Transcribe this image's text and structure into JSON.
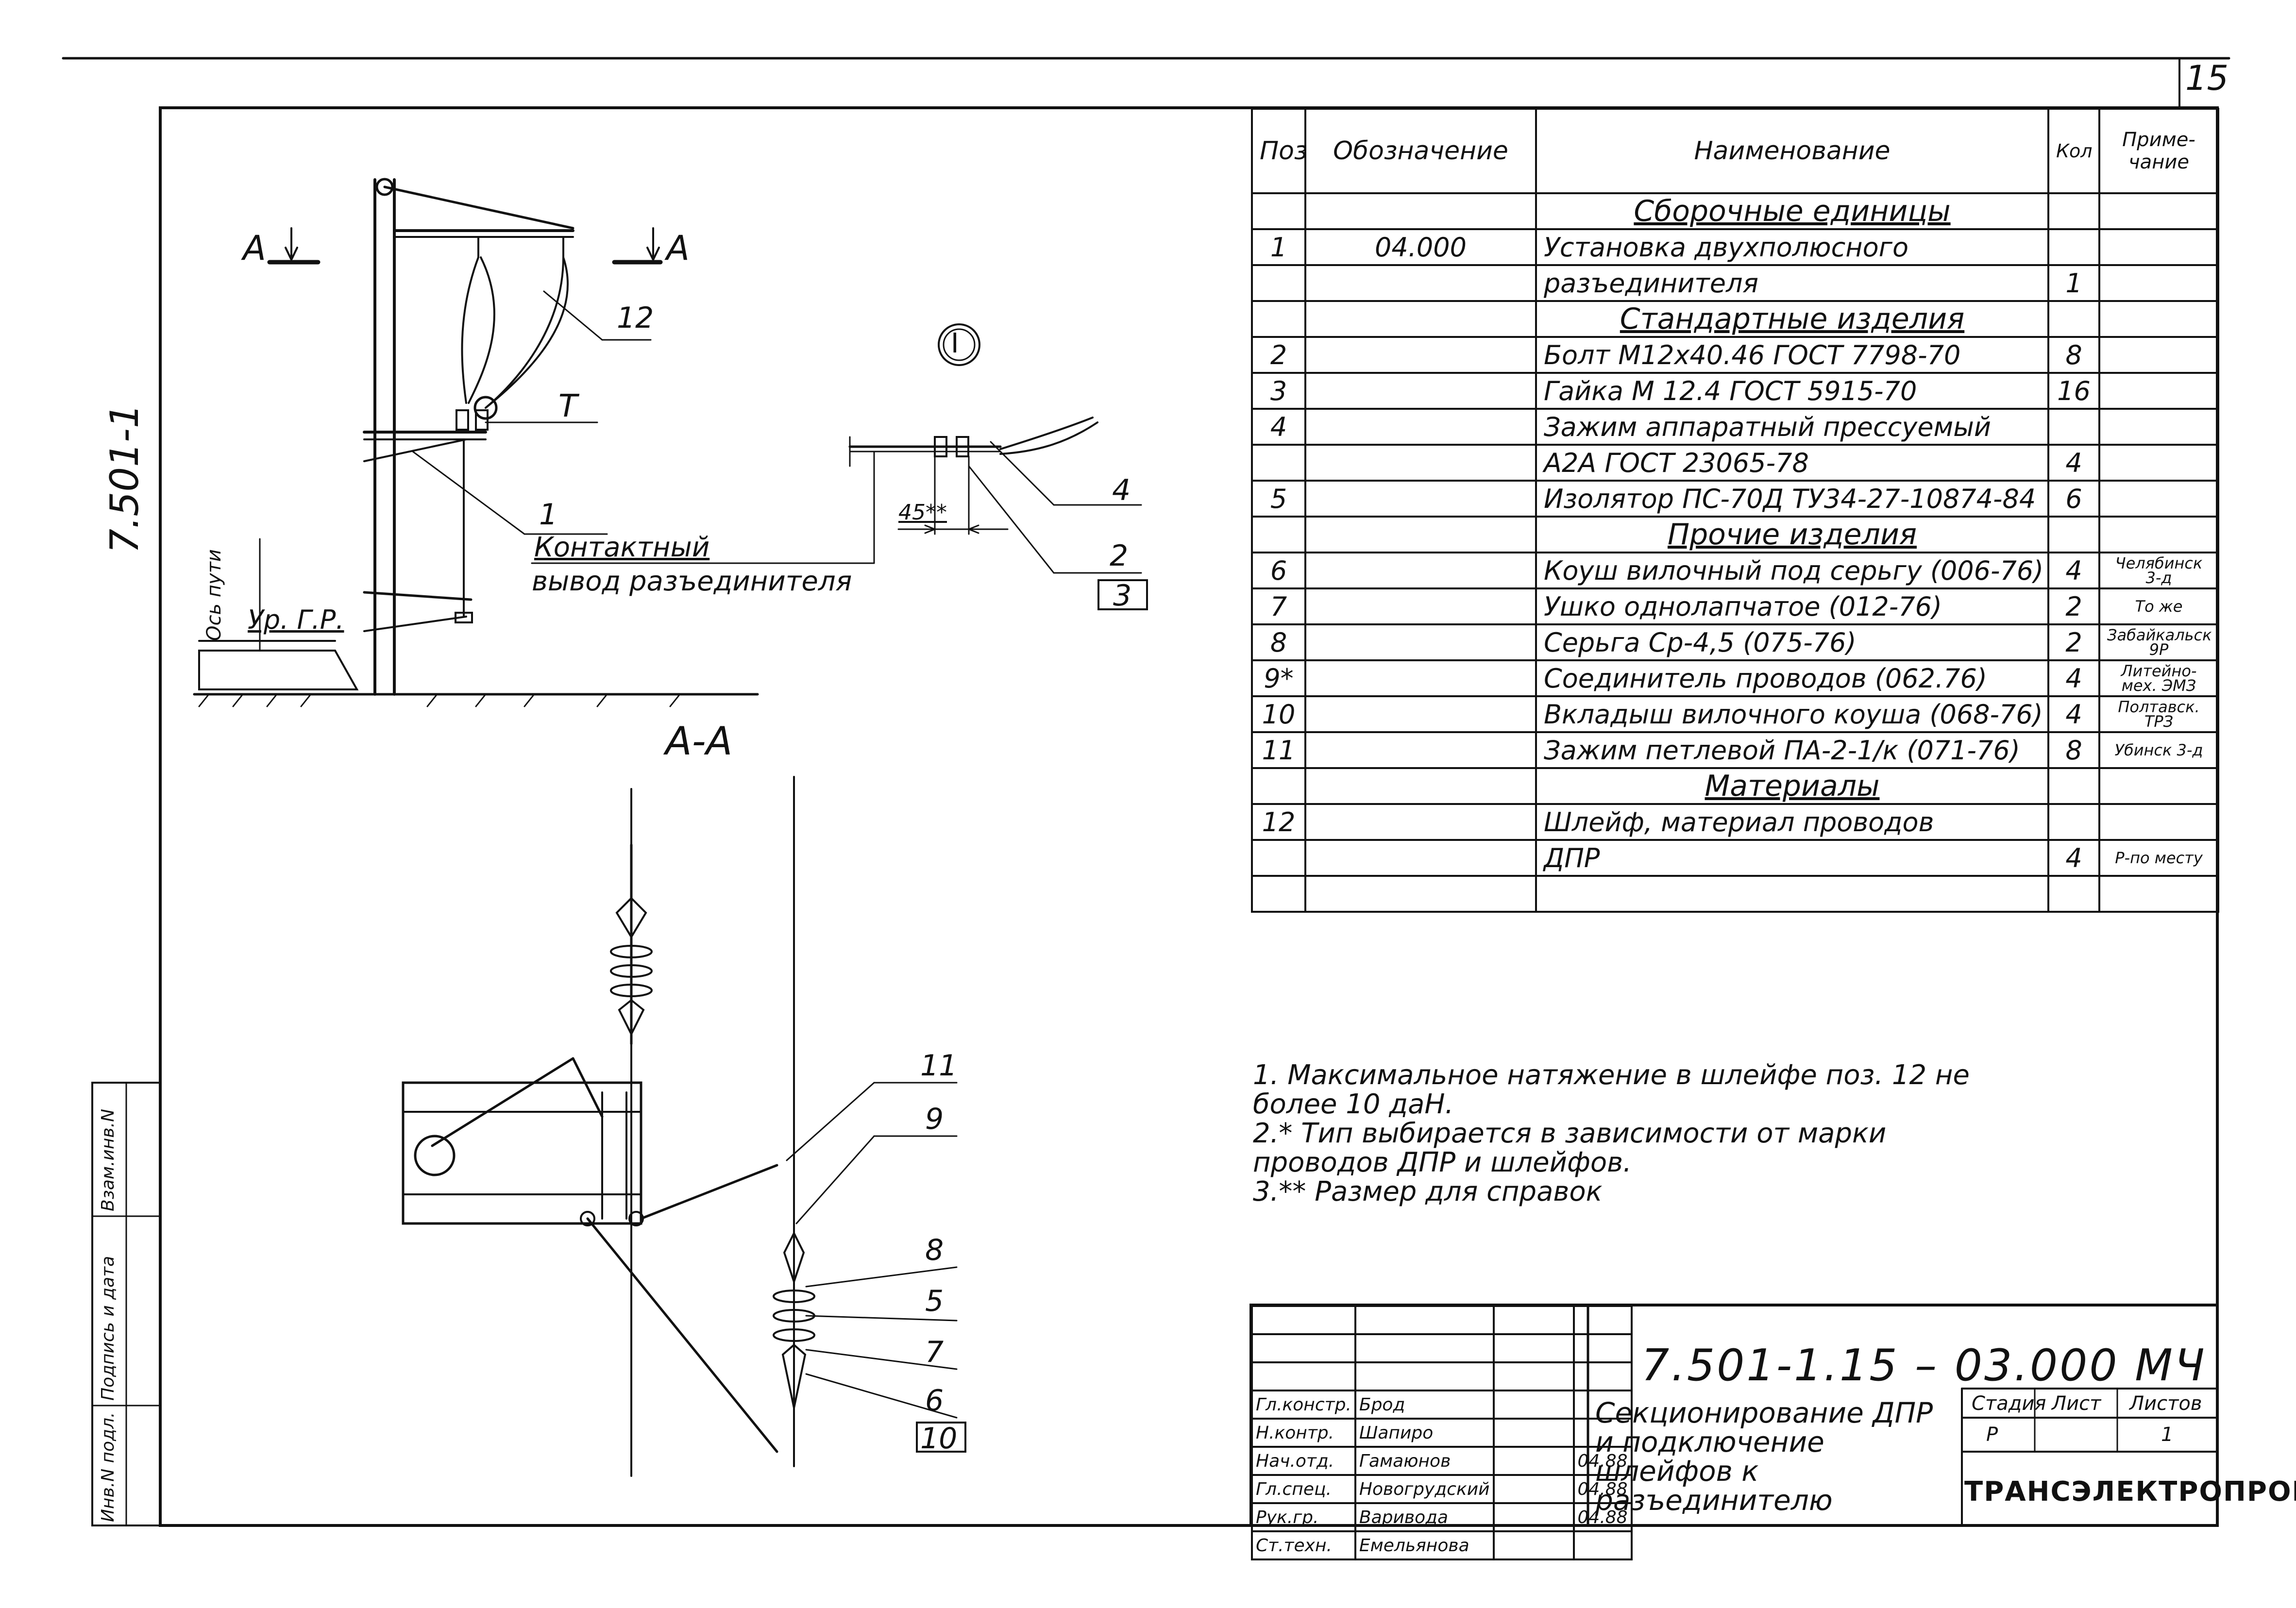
{
  "sheet_number": "15",
  "side_code": "7.501-1",
  "section_marker": "A",
  "section_title": "А-А",
  "callout_I": "I",
  "labels": {
    "T": "T",
    "p1": "1",
    "p2": "2",
    "p3": "3",
    "p4": "4",
    "p5": "5",
    "p6": "6",
    "p7": "7",
    "p8": "8",
    "p9": "9",
    "p10": "10",
    "p11": "11",
    "p12": "12",
    "dim45": "45**",
    "contact_1": "Контактный",
    "contact_2": "вывод разъединителя",
    "axis": "Ось пути",
    "ground": "Ур. Г.Р."
  },
  "spec": {
    "headers": {
      "pos": "Поз.",
      "designation": "Обозначение",
      "name": "Наименование",
      "qty": "Кол",
      "note": "Приме- чание"
    },
    "rows": [
      {
        "kind": "sec",
        "name": "Сборочные единицы"
      },
      {
        "pos": "1",
        "designation": "04.000",
        "name": "Установка двухполюсного",
        "qty": "",
        "note": ""
      },
      {
        "pos": "",
        "designation": "",
        "name": "разъединителя",
        "qty": "1",
        "note": ""
      },
      {
        "kind": "sec",
        "name": "Стандартные изделия"
      },
      {
        "pos": "2",
        "designation": "",
        "name": "Болт М12x40.46 ГОСТ 7798-70",
        "qty": "8",
        "note": ""
      },
      {
        "pos": "3",
        "designation": "",
        "name": "Гайка М 12.4 ГОСТ 5915-70",
        "qty": "16",
        "note": ""
      },
      {
        "pos": "4",
        "designation": "",
        "name": "Зажим аппаратный прессуемый",
        "qty": "",
        "note": ""
      },
      {
        "pos": "",
        "designation": "",
        "name": "А2А    ГОСТ 23065-78",
        "qty": "4",
        "note": ""
      },
      {
        "pos": "5",
        "designation": "",
        "name": "Изолятор ПС-70Д ТУ34-27-10874-84",
        "qty": "6",
        "note": ""
      },
      {
        "kind": "sec",
        "name": "Прочие изделия"
      },
      {
        "pos": "6",
        "designation": "",
        "name": "Коуш вилочный под серьгу (006-76)",
        "qty": "4",
        "note": "Челябинск 3-д"
      },
      {
        "pos": "7",
        "designation": "",
        "name": "Ушко однолапчатое (012-76)",
        "qty": "2",
        "note": "То же"
      },
      {
        "pos": "8",
        "designation": "",
        "name": "Серьга Ср-4,5 (075-76)",
        "qty": "2",
        "note": "Забайкальск 9Р"
      },
      {
        "pos": "9*",
        "designation": "",
        "name": "Соединитель проводов (062.76)",
        "qty": "4",
        "note": "Литейно-мех. ЭМЗ"
      },
      {
        "pos": "10",
        "designation": "",
        "name": "Вкладыш вилочного коуша (068-76)",
        "qty": "4",
        "note": "Полтавск. ТРЗ"
      },
      {
        "pos": "11",
        "designation": "",
        "name": "Зажим петлевой ПА-2-1/к (071-76)",
        "qty": "8",
        "note": "Убинск 3-д"
      },
      {
        "kind": "sec",
        "name": "Материалы"
      },
      {
        "pos": "12",
        "designation": "",
        "name": "Шлейф, материал проводов",
        "qty": "",
        "note": ""
      },
      {
        "pos": "",
        "designation": "",
        "name": "ДПР",
        "qty": "4",
        "note": "Р-по месту"
      },
      {
        "pos": "",
        "designation": "",
        "name": "",
        "qty": "",
        "note": ""
      }
    ]
  },
  "notes": [
    "1. Максимальное натяжение в шлейфе поз. 12 не",
    "более 10 даН.",
    "2.* Тип выбирается в зависимости от марки",
    "проводов ДПР и шлейфов.",
    "3.** Размер для справок"
  ],
  "title_block": {
    "code": "7.501-1.15 –   03.000 МЧ",
    "description": "Секционирование ДПР и подключение шлейфов к разъединителю",
    "stage_label": "Стадия",
    "sheet_label": "Лист",
    "sheets_label": "Листов",
    "stage": "Р",
    "sheet": "",
    "sheets": "1",
    "organization": "ТРАНСЭЛЕКТРОПРОЕКТ",
    "roles": [
      {
        "role": "Гл.констр.",
        "name": "Брод",
        "date": ""
      },
      {
        "role": "Н.контр.",
        "name": "Шапиро",
        "date": ""
      },
      {
        "role": "Нач.отд.",
        "name": "Гамаюнов",
        "date": "04.88"
      },
      {
        "role": "Гл.спец.",
        "name": "Новогрудский",
        "date": "04.88"
      },
      {
        "role": "Рук.гр.",
        "name": "Варивода",
        "date": "04.88"
      },
      {
        "role": "Ст.техн.",
        "name": "Емельянова",
        "date": ""
      }
    ],
    "side_stamp": [
      "Инв.N подл.",
      "Подпись и дата",
      "Взам.инв.N"
    ]
  }
}
